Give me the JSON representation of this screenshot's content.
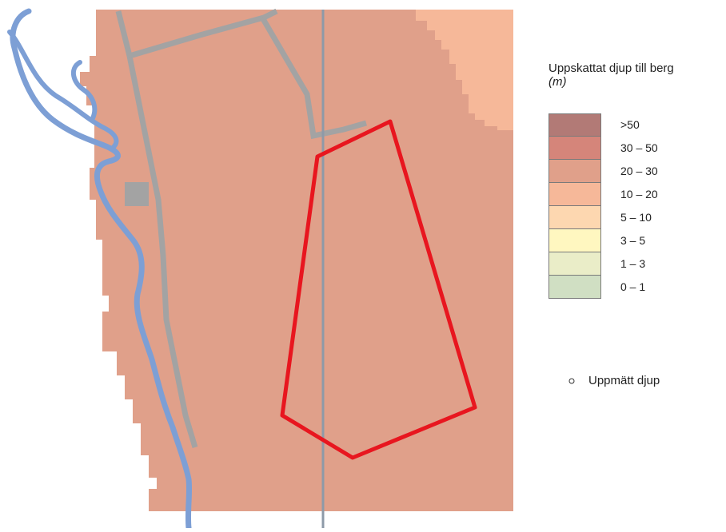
{
  "legend": {
    "title": "Uppskattat djup till berg",
    "unit": "(m)",
    "classes": [
      {
        "label": ">50",
        "color": "#b27a76"
      },
      {
        "label": "30 – 50",
        "color": "#d5857a"
      },
      {
        "label": "20 – 30",
        "color": "#e0a08a"
      },
      {
        "label": "10 – 20",
        "color": "#f6b899"
      },
      {
        "label": "5 – 10",
        "color": "#fdd7b0"
      },
      {
        "label": "3 – 5",
        "color": "#fff7c0"
      },
      {
        "label": "1 – 3",
        "color": "#eaedc8"
      },
      {
        "label": "0 – 1",
        "color": "#d0dfc3"
      }
    ],
    "point_label": "Uppmätt djup"
  },
  "map": {
    "colors": {
      "depth_20_30": "#e0a08a",
      "depth_10_20": "#f6b899",
      "river": "#7d9fd5",
      "road": "#a3a3a3",
      "area_outline": "#e8161f",
      "no_data": "#ffffff"
    }
  }
}
